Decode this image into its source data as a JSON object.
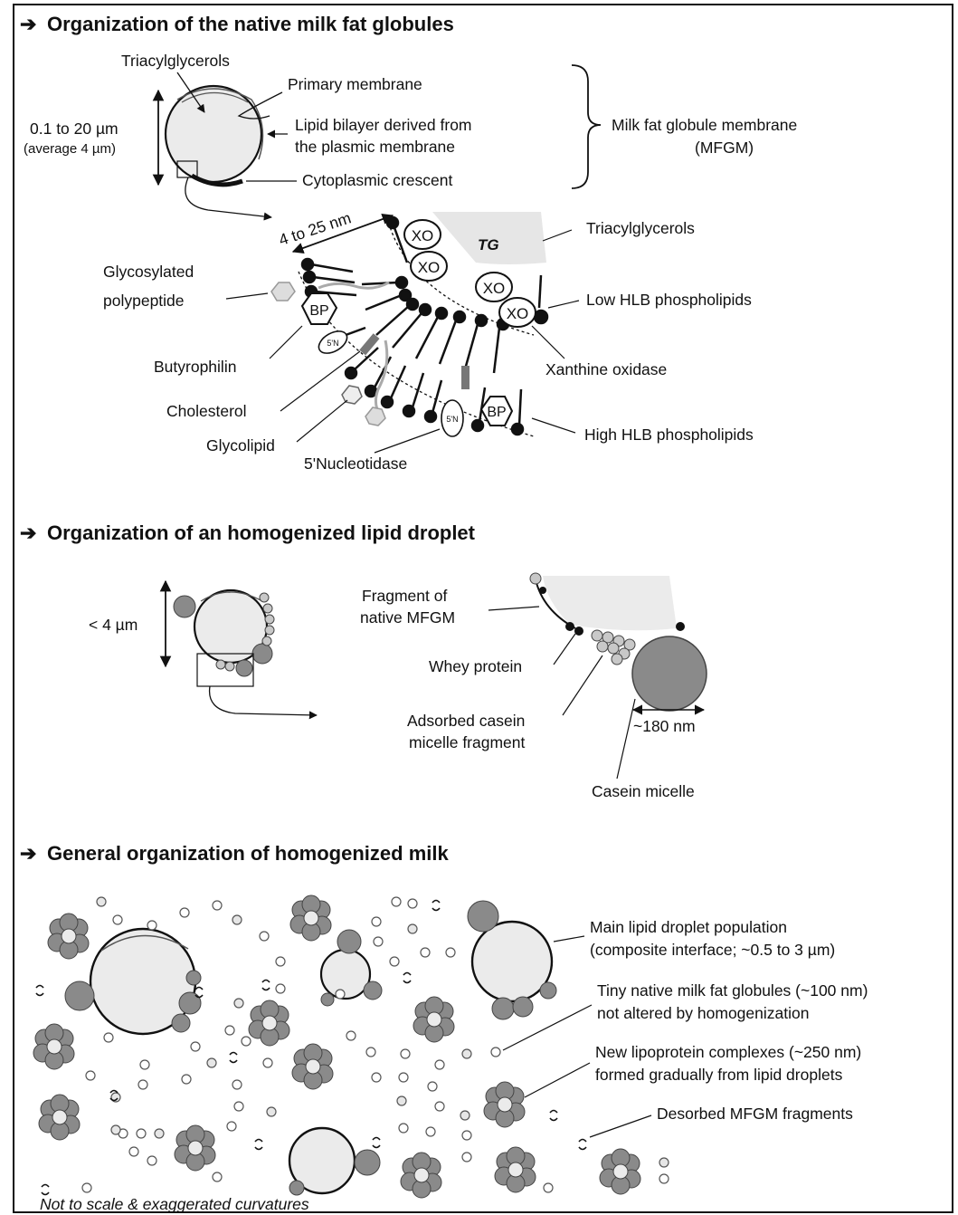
{
  "sections": {
    "native": {
      "title": "Organization of the native milk fat globules",
      "labels": {
        "triacylglycerols_top": "Triacylglycerols",
        "primary_membrane": "Primary membrane",
        "size_range": "0.1 to 20 µm",
        "average": "(average 4 µm)",
        "bilayer_line1": "Lipid bilayer derived from",
        "bilayer_line2": "the plasmic membrane",
        "cytoplasmic_crescent": "Cytoplasmic crescent",
        "mfgm_line1": "Milk fat globule membrane",
        "mfgm_line2": "(MFGM)",
        "thickness": "4 to 25 nm",
        "tg": "TG",
        "xo": "XO",
        "bp": "BP",
        "fivn": "5'N",
        "triacylglycerols": "Triacylglycerols",
        "glyco_line1": "Glycosylated",
        "glyco_line2": "polypeptide",
        "low_hlb": "Low HLB phospholipids",
        "butyrophilin": "Butyrophilin",
        "xanthine_oxidase": "Xanthine oxidase",
        "cholesterol": "Cholesterol",
        "high_hlb": "High HLB phospholipids",
        "glycolipid": "Glycolipid",
        "nucleotidase": "5'Nucleotidase"
      }
    },
    "homogenized": {
      "title": "Organization of an homogenized lipid droplet",
      "labels": {
        "size": "< 4 µm",
        "fragment_line1": "Fragment of",
        "fragment_line2": "native MFGM",
        "whey": "Whey protein",
        "adsorbed_line1": "Adsorbed casein",
        "adsorbed_line2": "micelle fragment",
        "micelle_size": "~180 nm",
        "casein_micelle": "Casein micelle"
      }
    },
    "general": {
      "title": "General organization of homogenized milk",
      "labels": {
        "main_line1": "Main lipid droplet population",
        "main_line2": "(composite interface; ~0.5 to 3 µm)",
        "tiny_line1": "Tiny native milk fat globules (~100 nm)",
        "tiny_line2": "not altered by homogenization",
        "new_line1": "New lipoprotein complexes (~250 nm)",
        "new_line2": "formed gradually from lipid droplets",
        "desorbed": "Desorbed MFGM fragments",
        "footnote": "Not to scale & exaggerated curvatures"
      }
    }
  },
  "arrow_glyph": "➔",
  "colors": {
    "droplet_fill": "#ebebeb",
    "protein_fill": "#8a8a8a",
    "light_fill": "#c8c8c8",
    "tg_fill": "#e6e6e6",
    "ink": "#111111"
  }
}
